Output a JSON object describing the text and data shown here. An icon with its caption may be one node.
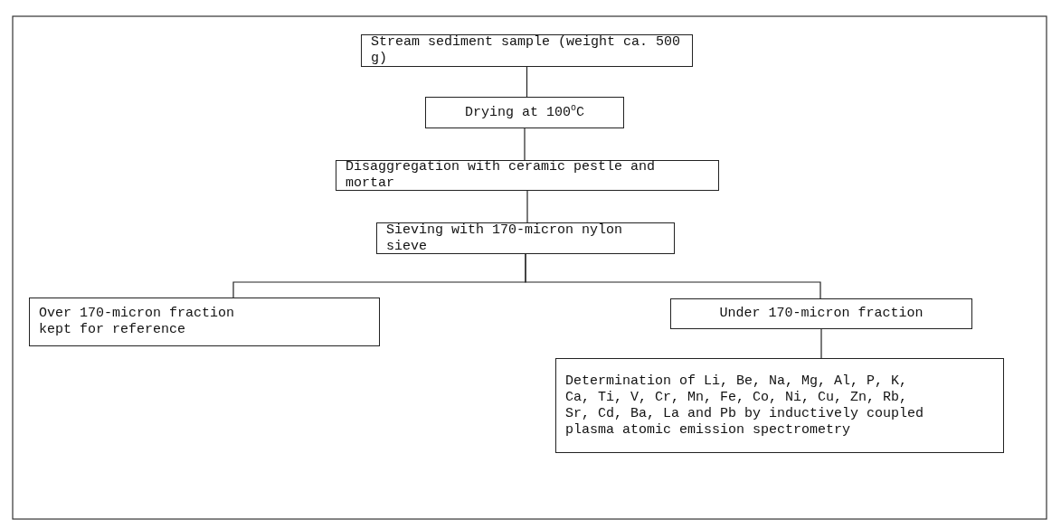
{
  "diagram": {
    "nodes": [
      {
        "text": [
          "Stream sediment sample (weight ca. 500 g)"
        ]
      },
      {
        "text": [
          "Drying at 100$^{o}$C"
        ]
      },
      {
        "text": [
          "Disaggregation with ceramic pestle and mortar"
        ]
      },
      {
        "text": [
          "Sieving with 170-micron nylon sieve"
        ]
      },
      {
        "text": [
          "Over 170-micron fraction kept for reference"
        ]
      },
      {
        "text": [
          "Under 170-micron fraction"
        ]
      },
      {
        "text": [
          "Determination of Li, Be, Na, Mg, Al, P, K, Ca, Ti, V, Cr, Mn, Fe, Co, Ni, Cu, Zn, Rb, Sr, Cd, Ba, La and Pb by inductively coupled plasma atomic emission spectrometry"
        ]
      }
    ],
    "edges": [
      {
        "from": 0,
        "to": 1,
        "arrow": "none"
      },
      {
        "from": 1,
        "to": 2,
        "arrow": "none"
      },
      {
        "from": 2,
        "to": 3,
        "arrow": "none"
      },
      {
        "from": 3,
        "to": 4,
        "arrow": "none"
      },
      {
        "from": 3,
        "to": 5,
        "arrow": "none"
      },
      {
        "from": 5,
        "to": 6,
        "arrow": "none"
      }
    ]
  }
}
